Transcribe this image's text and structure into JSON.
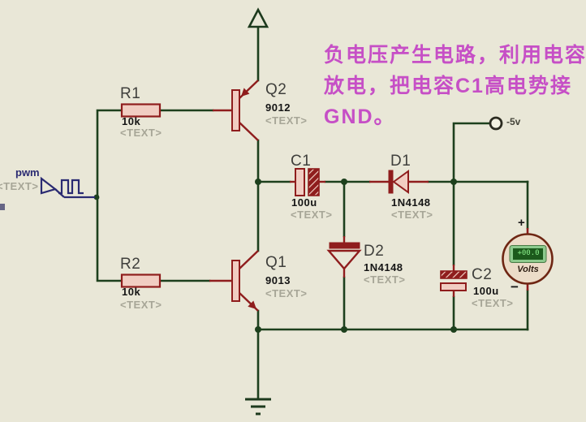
{
  "annotation": {
    "line1": "负电压产生电路，利用电容",
    "line2": "放电，把电容C1高电势接",
    "line3": "GND。"
  },
  "components": {
    "r1": {
      "ref": "R1",
      "value": "10k",
      "text": "<TEXT>"
    },
    "r2": {
      "ref": "R2",
      "value": "10k",
      "text": "<TEXT>"
    },
    "q2": {
      "ref": "Q2",
      "value": "9012",
      "text": "<TEXT>"
    },
    "q1": {
      "ref": "Q1",
      "value": "9013",
      "text": "<TEXT>"
    },
    "c1": {
      "ref": "C1",
      "value": "100u",
      "text": "<TEXT>"
    },
    "c2": {
      "ref": "C2",
      "value": "100u",
      "text": "<TEXT>"
    },
    "d1": {
      "ref": "D1",
      "value": "1N4148",
      "text": "<TEXT>"
    },
    "d2": {
      "ref": "D2",
      "value": "1N4148",
      "text": "<TEXT>"
    }
  },
  "input": {
    "label": "pwm",
    "text": "<TEXT>"
  },
  "terminal": {
    "label": "-5v"
  },
  "meter": {
    "display_value": "+00.0",
    "unit_label": "Volts",
    "plus": "+",
    "minus": "−"
  },
  "colors": {
    "background": "#e9e7d7",
    "wire_green": "#1d401d",
    "component_red": "#8f1d1d",
    "component_fill_pink": "#f1cdc2",
    "annotation_magenta": "#c64fc6",
    "pwm_navy": "#2a2a72",
    "lcd_screen": "#1c5a1c",
    "lcd_digits": "#8cf08c",
    "meter_body": "#ecdcc8"
  }
}
